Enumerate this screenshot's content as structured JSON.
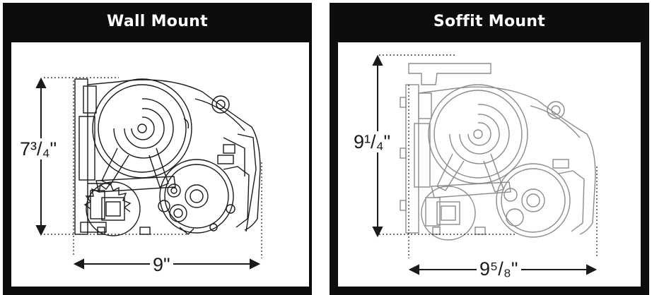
{
  "wall_mount": {
    "title": "Wall Mount",
    "height_label": "7³/₄\"",
    "width_label": "9\""
  },
  "soffit_mount": {
    "title": "Soffit Mount",
    "height_label": "9¹/₄\"",
    "width_label": "9⁵/₈\""
  },
  "colors": {
    "panel": "#0d0d0d",
    "title_text": "#ffffff",
    "drawing": "#1a1a1a"
  }
}
